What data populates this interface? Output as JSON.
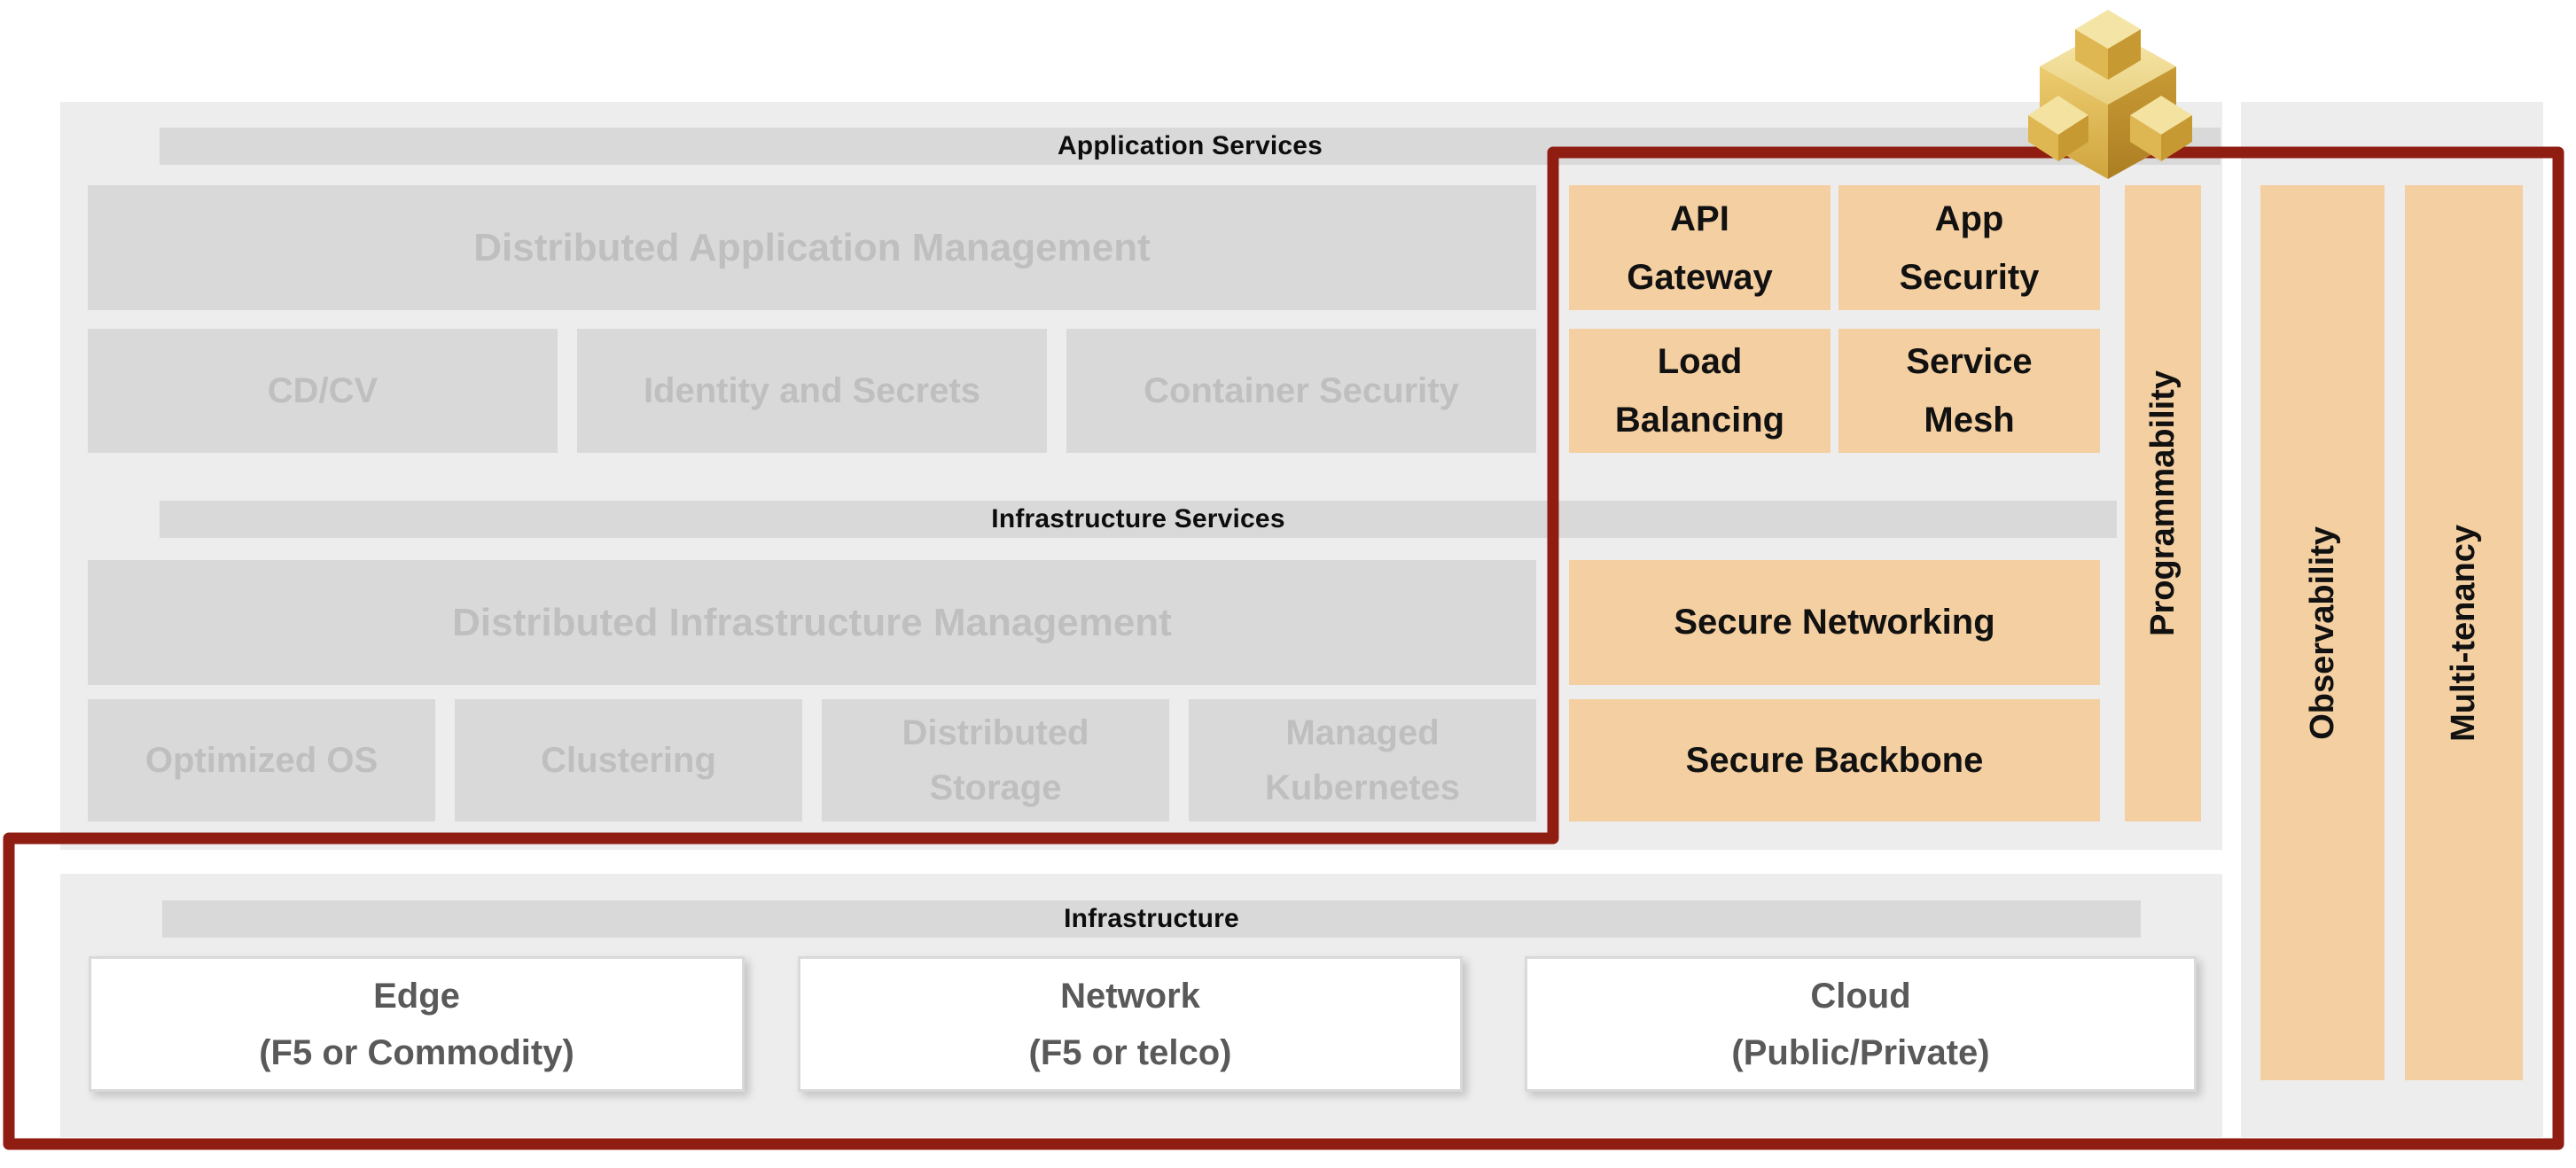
{
  "app_services": {
    "header": "Application Services",
    "management": "Distributed Application Management",
    "cdcv": "CD/CV",
    "identity": "Identity and Secrets",
    "container_security": "Container Security",
    "api_gateway": "API\nGateway",
    "app_security": "App\nSecurity",
    "load_balancing": "Load\nBalancing",
    "service_mesh": "Service\nMesh"
  },
  "infra_services": {
    "header": "Infrastructure Services",
    "management": "Distributed Infrastructure Management",
    "optimized_os": "Optimized OS",
    "clustering": "Clustering",
    "distributed_storage": "Distributed\nStorage",
    "managed_kubernetes": "Managed\nKubernetes",
    "secure_networking": "Secure Networking",
    "secure_backbone": "Secure Backbone"
  },
  "cross_cutting": {
    "programmability": "Programmability",
    "observability": "Observability",
    "multi_tenancy": "Multi-tenancy"
  },
  "infrastructure": {
    "header": "Infrastructure",
    "edge": "Edge\n(F5 or Commodity)",
    "network": "Network\n(F5 or telco)",
    "cloud": "Cloud\n(Public/Private)"
  },
  "icons": {
    "cubes_logo": "gold-isometric-cubes"
  },
  "colors": {
    "panel_grey": "#EDEDED",
    "box_grey": "#D9D9D9",
    "muted_text_grey": "#BFBFBF",
    "accent_orange": "#F4CFA1",
    "highlight_red": "#8F1D12",
    "dark_label_grey": "#595959",
    "cube_gold": "#DFB957"
  }
}
